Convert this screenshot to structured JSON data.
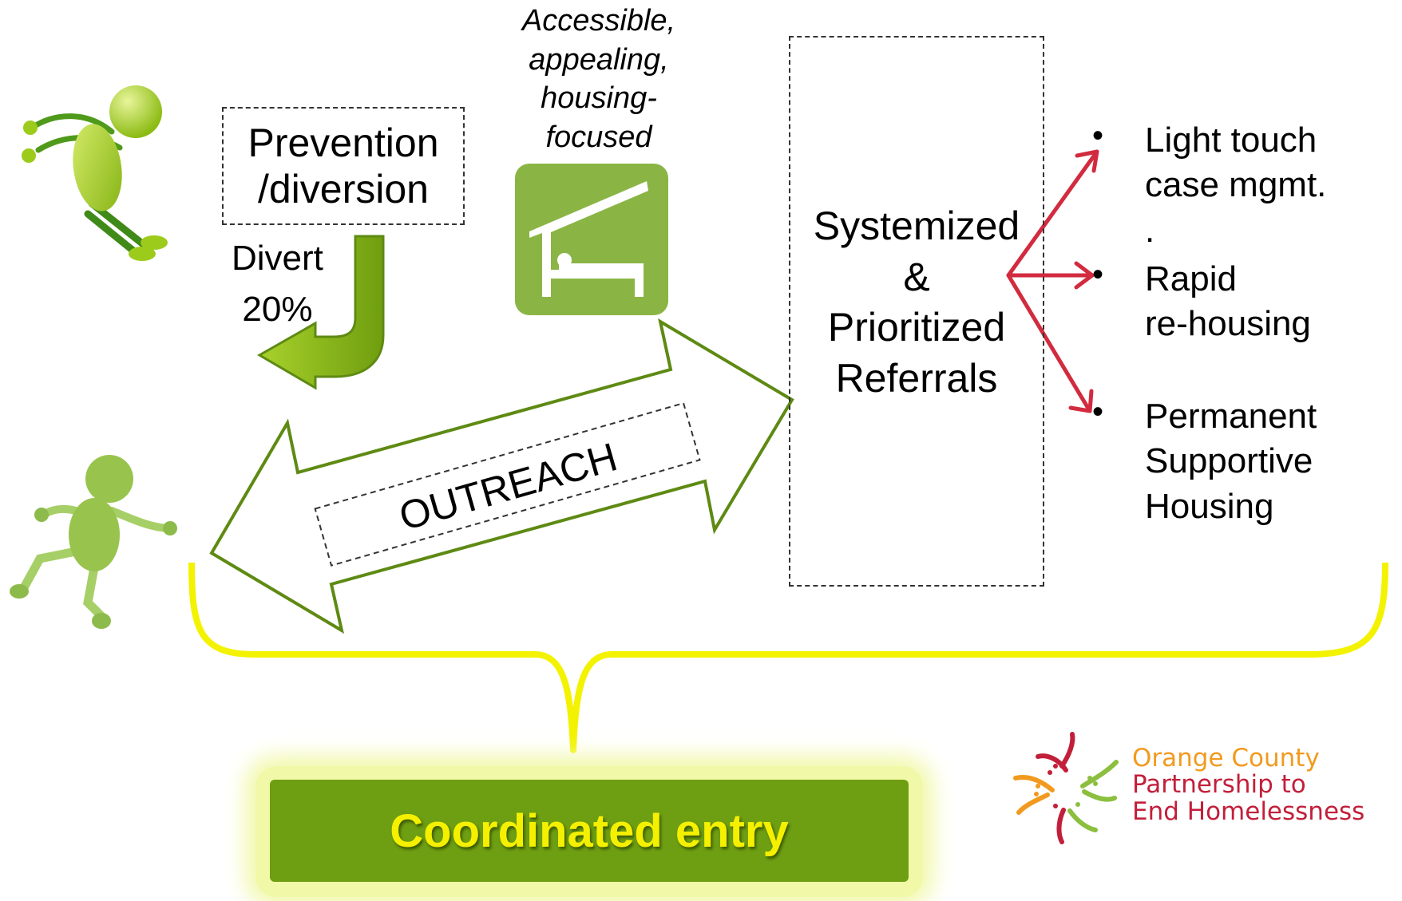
{
  "prevention_box": {
    "line1": "Prevention",
    "line2": "/diversion"
  },
  "divert": {
    "line1": "Divert",
    "line2": "20%"
  },
  "shelter_caption": {
    "line1": "Accessible,",
    "line2": "appealing,",
    "line3": "housing-",
    "line4": "focused"
  },
  "outreach_label": "OUTREACH",
  "referrals_box": {
    "line1": "Systemized",
    "line2": "&",
    "line3": "Prioritized",
    "line4": "Referrals"
  },
  "outcomes": [
    {
      "bullet": "•",
      "line1": "Light touch",
      "line2": "case mgmt.",
      "line3": "."
    },
    {
      "bullet": "•",
      "line1": "Rapid",
      "line2": "re-housing"
    },
    {
      "bullet": "•",
      "line1": "Permanent",
      "line2": "Supportive",
      "line3": "Housing"
    }
  ],
  "coordinated_entry_label": "Coordinated entry",
  "logo": {
    "line1": "Orange County",
    "line2": "Partnership to",
    "line3": "End Homelessness"
  },
  "icons": [
    "jumping-person-icon",
    "running-person-icon",
    "shelter-bed-icon",
    "curved-down-arrow-icon",
    "double-headed-arrow-icon",
    "referral-arrows-icon",
    "brace-icon",
    "ocpeh-logo-icon"
  ],
  "colors": {
    "green_dark": "#6e9e12",
    "green_light": "#93c01f",
    "shelter_green": "#8ab545",
    "arrow_outline": "#5e8a13",
    "referral_red": "#d22b3f",
    "brace_yellow": "#f3f200",
    "entry_text": "#f5f000",
    "logo_orange": "#f29a1f",
    "logo_red": "#c21f3a"
  }
}
